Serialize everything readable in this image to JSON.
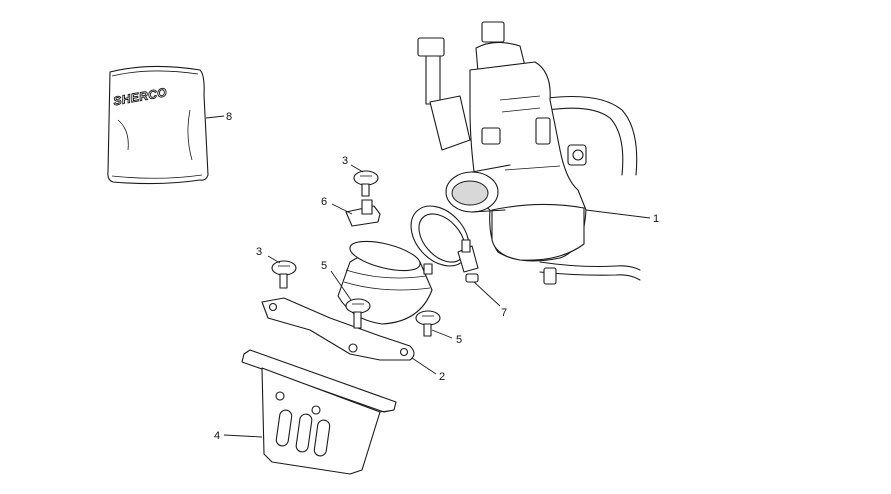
{
  "diagram": {
    "brand_text": "SHERCO",
    "callouts": {
      "p1": "1",
      "p2": "2",
      "p3a": "3",
      "p3b": "3",
      "p4": "4",
      "p5a": "5",
      "p5b": "5",
      "p6": "6",
      "p7": "7",
      "p8": "8"
    },
    "parts": [
      {
        "callout": "1",
        "icon": "carburetor-icon"
      },
      {
        "callout": "2",
        "icon": "intake-manifold-icon"
      },
      {
        "callout": "3",
        "icon": "screw-icon"
      },
      {
        "callout": "4",
        "icon": "reed-valve-icon"
      },
      {
        "callout": "5",
        "icon": "screw-icon"
      },
      {
        "callout": "6",
        "icon": "bracket-icon"
      },
      {
        "callout": "7",
        "icon": "hose-clamp-icon"
      },
      {
        "callout": "8",
        "icon": "cover-bag-icon"
      }
    ]
  }
}
